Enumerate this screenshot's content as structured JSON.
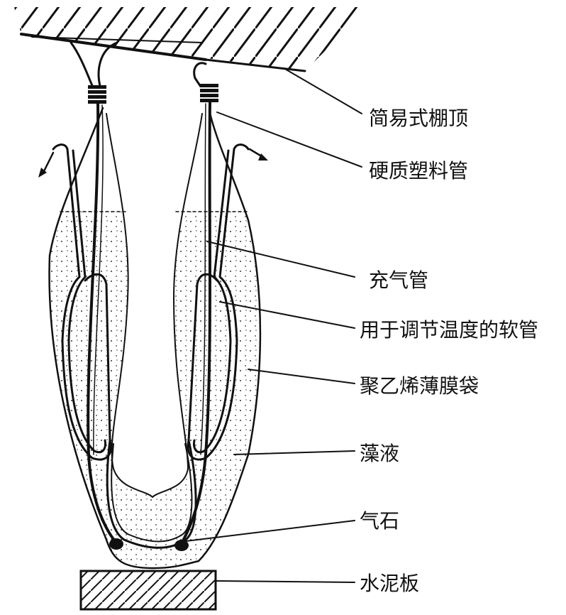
{
  "labels": {
    "roof": "简易式棚顶",
    "hard_pipe": "硬质塑料管",
    "air_pipe": "充气管",
    "temp_hose": "用于调节温度的软管",
    "film_bag": "聚乙烯薄膜袋",
    "algae_liquid": "藻液",
    "air_stone": "气石",
    "cement_board": "水泥板"
  },
  "colors": {
    "ink": "#111111",
    "background": "#ffffff"
  }
}
